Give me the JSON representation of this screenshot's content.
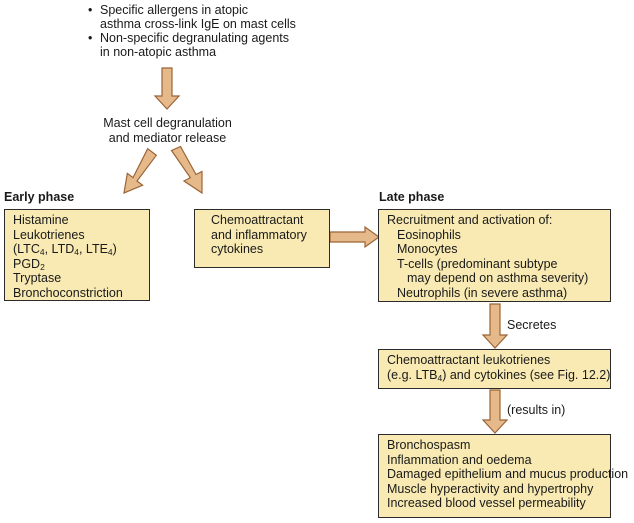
{
  "triggers": [
    {
      "lines": [
        "Specific allergens in atopic",
        "asthma cross-link IgE on mast cells"
      ]
    },
    {
      "lines": [
        "Non-specific degranulating agents",
        "in non-atopic asthma"
      ]
    }
  ],
  "mast_cell": {
    "lines": [
      "Mast cell degranulation",
      "and mediator release"
    ]
  },
  "early_phase": {
    "heading": "Early phase",
    "histamine": "Histamine",
    "leukotrienes": "Leukotrienes",
    "ltc_a": "(LTC",
    "ltc_s": "4",
    "ltd_a": ", LTD",
    "ltd_s": "4",
    "lte_a": ", LTE",
    "lte_s": "4",
    "close": ")",
    "pgd_a": "PGD",
    "pgd_s": "2",
    "tryptase": "Tryptase",
    "broncho": "Bronchoconstriction"
  },
  "chemo_box": {
    "lines": [
      "Chemoattractant",
      "and inflammatory",
      "cytokines"
    ]
  },
  "late_phase": {
    "heading": "Late phase",
    "lines": [
      "Recruitment and activation of:",
      "Eosinophils",
      "Monocytes",
      "T-cells (predominant subtype",
      "may depend on asthma severity)",
      "Neutrophils (in severe asthma)"
    ]
  },
  "secretes_label": "Secretes",
  "leuko_box": {
    "line1": "Chemoattractant leukotrienes",
    "l2_a": "(e.g. LTB",
    "l2_s": "4",
    "l2_b": ") and cytokines (see Fig. 12.2)"
  },
  "results_label": "(results in)",
  "outcome_box": {
    "lines": [
      "Bronchospasm",
      "Inflammation and oedema",
      "Damaged epithelium and mucus production",
      "Muscle hyperactivity and hypertrophy",
      "Increased blood vessel permeability"
    ]
  },
  "colors": {
    "box_fill": "#f8eab2",
    "arrow_fill": "#e6b98a",
    "arrow_stroke": "#9b6436"
  }
}
